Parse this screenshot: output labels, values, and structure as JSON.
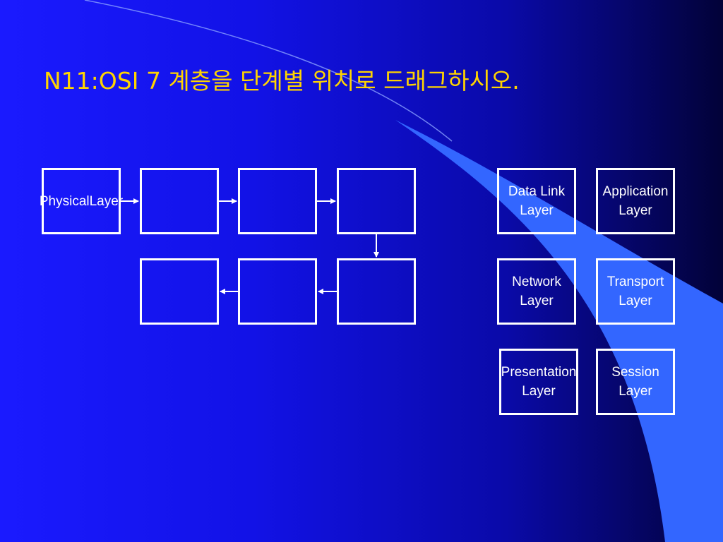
{
  "title": "N11:OSI 7 계층을 단계별 위치로 드래그하시오.",
  "sequence_slots": [
    {
      "line1": "Physical",
      "line2": "Layer"
    },
    {
      "line1": "",
      "line2": ""
    },
    {
      "line1": "",
      "line2": ""
    },
    {
      "line1": "",
      "line2": ""
    },
    {
      "line1": "",
      "line2": ""
    },
    {
      "line1": "",
      "line2": ""
    },
    {
      "line1": "",
      "line2": ""
    }
  ],
  "cards": [
    {
      "line1": "Data Link",
      "line2": "Layer"
    },
    {
      "line1": "Application",
      "line2": "Layer"
    },
    {
      "line1": "Network",
      "line2": "Layer"
    },
    {
      "line1": "Transport",
      "line2": "Layer"
    },
    {
      "line1": "Presentation",
      "line2": "Layer"
    },
    {
      "line1": "Session",
      "line2": "Layer"
    }
  ],
  "colors": {
    "background_left": "#1a1aff",
    "background_right": "#020238",
    "title": "#ffd400",
    "box_border": "#ffffff",
    "text": "#ffffff",
    "swoosh": "#3366ff"
  }
}
